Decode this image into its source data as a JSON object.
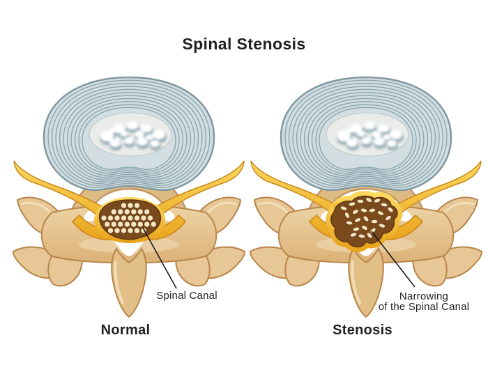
{
  "title": "Spinal Stenosis",
  "panels": [
    {
      "id": "normal",
      "variant": "normal",
      "caption": "Normal",
      "annotation_lines": [
        "Spinal Canal"
      ]
    },
    {
      "id": "stenosis",
      "variant": "stenosis",
      "caption": "Stenosis",
      "annotation_lines": [
        "Narrowing",
        "of the Spinal Canal"
      ]
    }
  ],
  "colors": {
    "background": "#ffffff",
    "text": "#231f20",
    "disc_fill": "#d2dee1",
    "disc_rings": "#8ea8b1",
    "disc_outline": "#7f98a1",
    "nucleus_base": "#e9ece8",
    "nucleus_shadow": "#97aeb7",
    "nucleus_highlight": "#ffffff",
    "ligament_yellow_light": "#fcd95e",
    "ligament_yellow_dark": "#e9a41d",
    "ligament_outline": "#c9861c",
    "bone_fill": "#e6c795",
    "bone_light": "#f4e2bf",
    "bone_outline": "#b8854a",
    "canal_brown": "#7b4a1c",
    "canal_outline": "#5c3410",
    "nerve_dots": "#f4e6c2",
    "leader_line": "#1a1a1a"
  }
}
